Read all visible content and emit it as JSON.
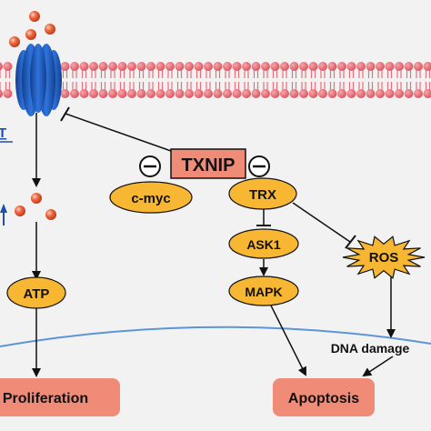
{
  "nodes": {
    "txnip": "TXNIP",
    "c_myc": "c-myc",
    "trx": "TRX",
    "ask1": "ASK1",
    "mapk": "MAPK",
    "ros": "ROS",
    "atp": "ATP",
    "dna_damage": "DNA damage",
    "proliferation": "Proliferation",
    "apoptosis": "Apoptosis",
    "transporter_label": "T"
  },
  "colors": {
    "background": "#f2f2f2",
    "membrane_head": "#e8707a",
    "transporter": "#1f5fc9",
    "glucose": "#e0532f",
    "node_fill": "#f7b733",
    "box_fill": "#f08b78",
    "nuclear_line": "#5d94d8"
  }
}
